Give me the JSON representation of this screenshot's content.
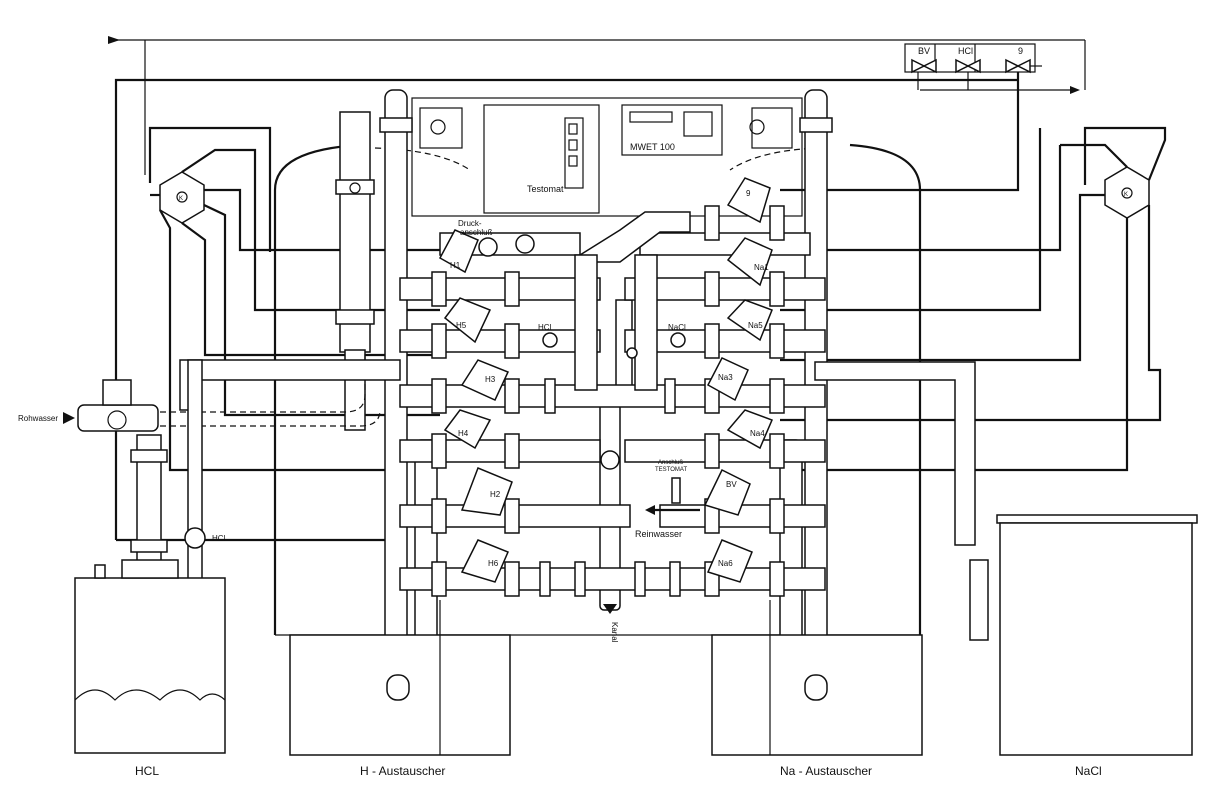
{
  "tanks": {
    "hcl_tank": "HCL",
    "h_exchanger": "H - Austauscher",
    "na_exchanger": "Na - Austauscher",
    "nacl_tank": "NaCl"
  },
  "controller": {
    "testomat": "Testomat",
    "mwet": "MWET 100"
  },
  "inlets": {
    "raw_water": "Rohwasser",
    "pure_water": "Reinwasser",
    "drain": "Kanal",
    "pressure_line1": "Druck-",
    "pressure_line2": "anschluß",
    "testomat_conn_line1": "Anschluß",
    "testomat_conn_line2": "TESTOMAT"
  },
  "top_valves": [
    "BV",
    "HCl",
    "9"
  ],
  "valves_h": [
    "H1",
    "H5",
    "H3",
    "H4",
    "H2",
    "H6"
  ],
  "valves_na": [
    "9",
    "Na1",
    "Na5",
    "Na3",
    "Na4",
    "BV",
    "Na6"
  ],
  "reagents": {
    "hcl_tag": "HCl",
    "nacl_tag": "NaCl",
    "hcl_pump_tag": "HCl"
  },
  "hex_valve_tag": "K"
}
